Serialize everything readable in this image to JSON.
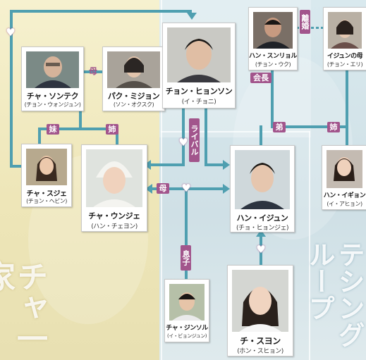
{
  "people": {
    "cha_sontek": {
      "name": "チャ・ソンテク",
      "actor": "(チョン・ウォンジュン)"
    },
    "park_mijon": {
      "name": "パク・ミジョン",
      "actor": "(ソン・オクスク)"
    },
    "jon_hyonson": {
      "name": "チョン・ヒョンソン",
      "actor": "(イ・チョニ)"
    },
    "han_sunrir": {
      "name": "ハン・スンリョル",
      "actor": "(チョン・ウク)"
    },
    "ijun_mother": {
      "name": "イジュンの母",
      "actor": "(チョン・エリ)"
    },
    "cha_suje": {
      "name": "チャ・スジェ",
      "actor": "(チョン・ヘビン)"
    },
    "cha_unje": {
      "name": "チャ・ウンジェ",
      "actor": "(ハン・チェヨン)"
    },
    "han_ijun": {
      "name": "ハン・イジュン",
      "actor": "(チョ・ヒョンジェ)"
    },
    "han_igyon": {
      "name": "ハン・イギョン",
      "actor": "(イ・アヒョン)"
    },
    "cha_jinsol": {
      "name": "チャ・ジンソル",
      "actor": "(イ・ビョンジュン)"
    },
    "ji_suyon": {
      "name": "チ・スヨン",
      "actor": "(ホン・スヒョン)"
    }
  },
  "relations": {
    "father": "父",
    "mother": "母",
    "younger_sister": "妹",
    "older_sister_left": "姉",
    "rival": "ライバル",
    "divorce": "離婚",
    "chairman": "会長",
    "younger_brother": "弟",
    "older_sister_right": "姉",
    "mother_mid": "母",
    "son": "息子"
  },
  "titles": {
    "left_group": "チャ一家",
    "right_group": "テシングループ"
  },
  "colors": {
    "line": "#4f9fb0",
    "label": "#a2558c"
  }
}
